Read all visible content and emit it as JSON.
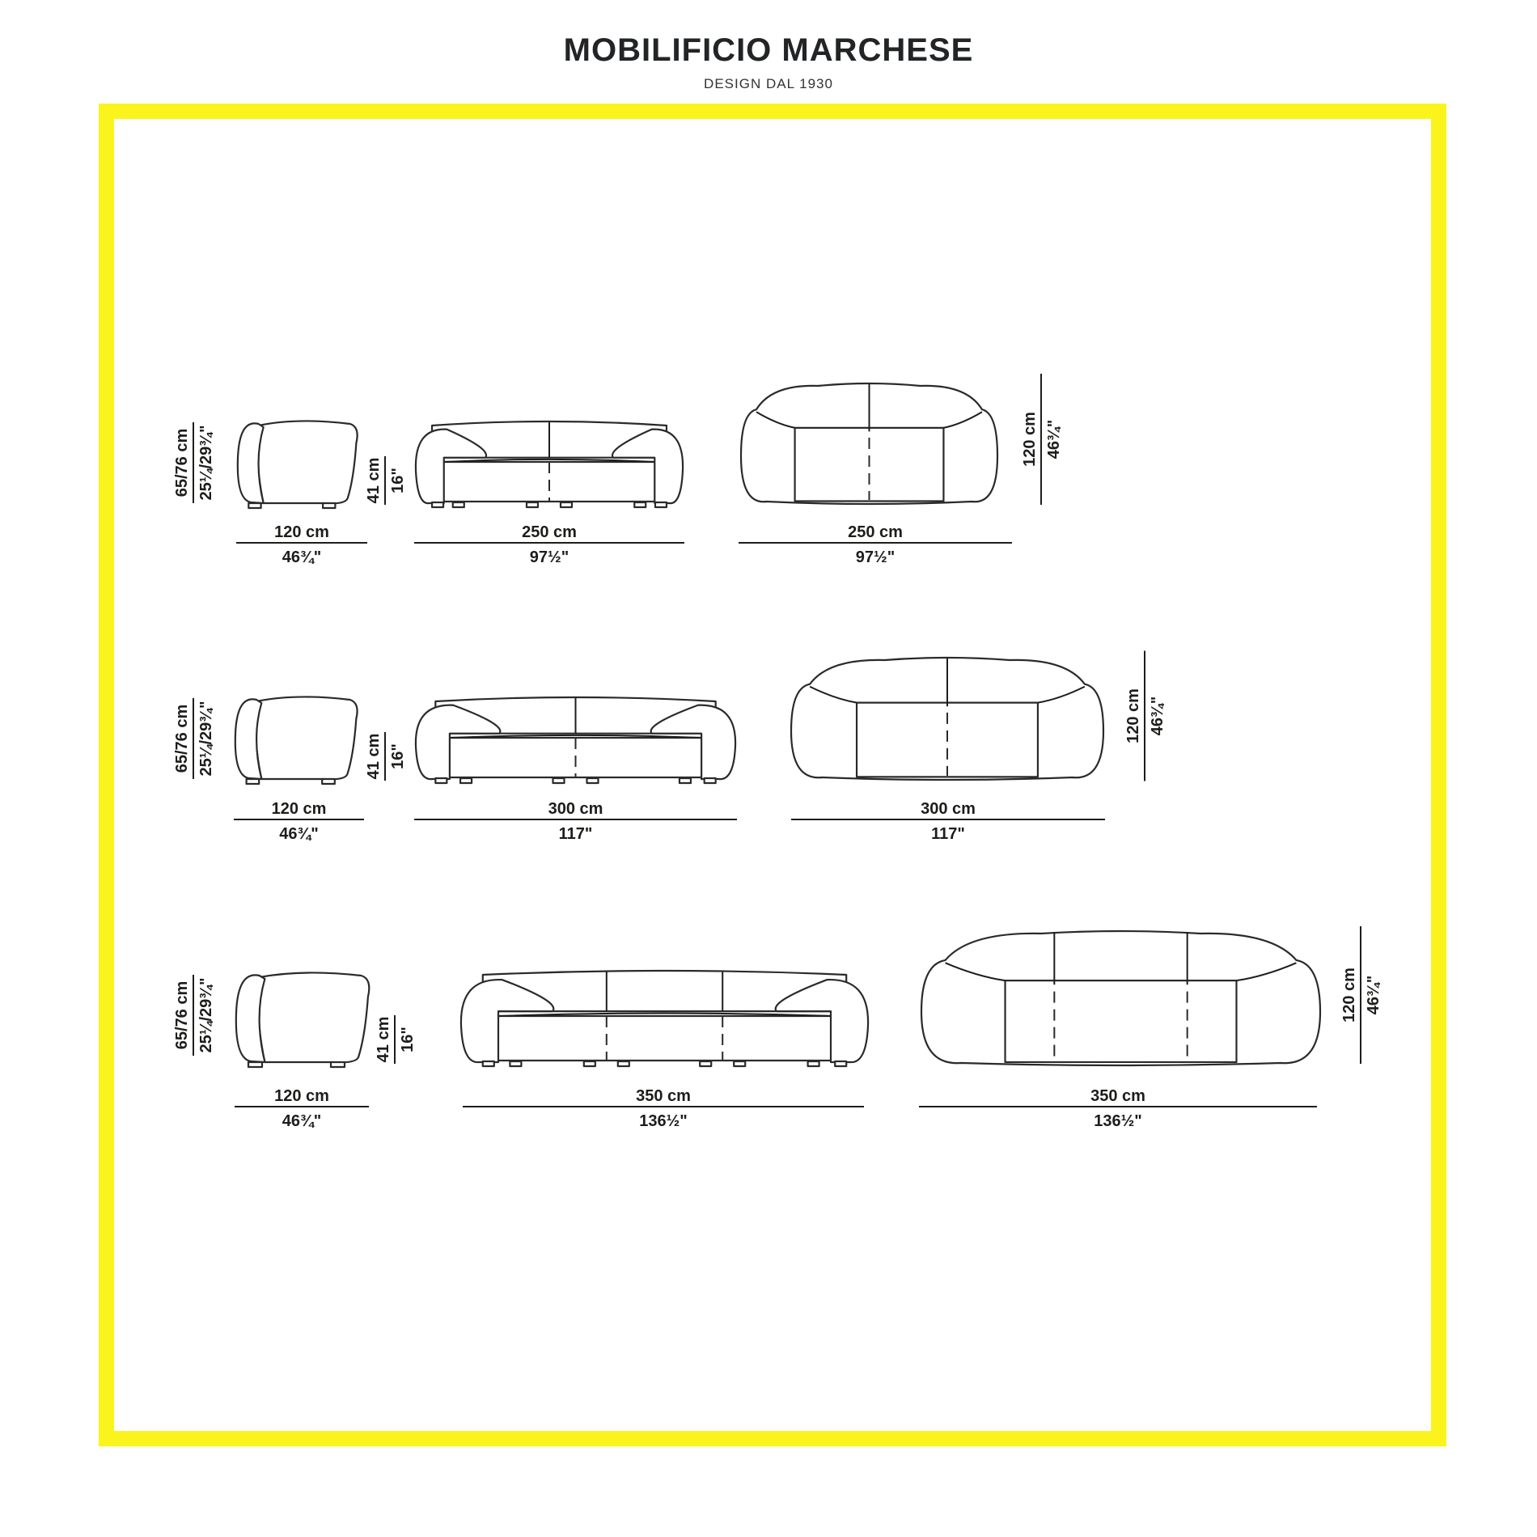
{
  "header": {
    "brand": "MOBILIFICIO MARCHESE",
    "tagline": "DESIGN DAL 1930"
  },
  "colors": {
    "frame": "#fbf41c",
    "ink": "#1d1d1b"
  },
  "rows": [
    {
      "seats": 2,
      "side": {
        "height_cm": "65/76 cm",
        "height_in": "25¼/29¾\"",
        "width_cm": "120 cm",
        "width_in": "46¾\""
      },
      "front": {
        "seat_cm": "41 cm",
        "seat_in": "16\"",
        "width_cm": "250 cm",
        "width_in": "97½\""
      },
      "top": {
        "depth_cm": "120 cm",
        "depth_in": "46¾\"",
        "width_cm": "250 cm",
        "width_in": "97½\""
      }
    },
    {
      "seats": 2,
      "side": {
        "height_cm": "65/76 cm",
        "height_in": "25¼/29¾\"",
        "width_cm": "120 cm",
        "width_in": "46¾\""
      },
      "front": {
        "seat_cm": "41 cm",
        "seat_in": "16\"",
        "width_cm": "300 cm",
        "width_in": "117\""
      },
      "top": {
        "depth_cm": "120 cm",
        "depth_in": "46¾\"",
        "width_cm": "300 cm",
        "width_in": "117\""
      }
    },
    {
      "seats": 3,
      "side": {
        "height_cm": "65/76 cm",
        "height_in": "25¼/29¾\"",
        "width_cm": "120 cm",
        "width_in": "46¾\""
      },
      "front": {
        "seat_cm": "41 cm",
        "seat_in": "16\"",
        "width_cm": "350 cm",
        "width_in": "136½\""
      },
      "top": {
        "depth_cm": "120 cm",
        "depth_in": "46¾\"",
        "width_cm": "350 cm",
        "width_in": "136½\""
      }
    }
  ]
}
